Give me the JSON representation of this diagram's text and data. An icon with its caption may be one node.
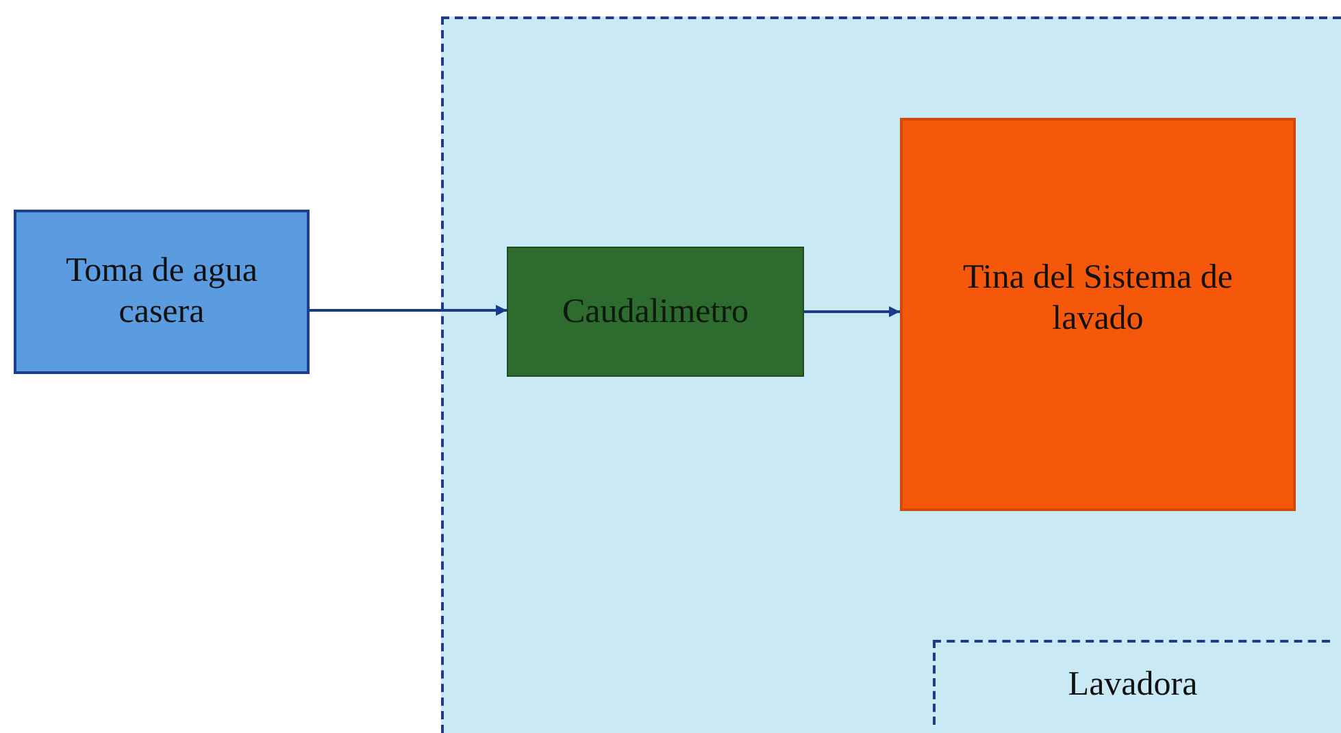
{
  "diagram": {
    "nodes": [
      {
        "text": [
          "Toma de agua casera"
        ]
      },
      {
        "text": [],
        "shape": "box"
      },
      {
        "text": [
          "Caudalimetro"
        ],
        "in": 1
      },
      {
        "text": [
          "Tina del Sistema de lavado"
        ],
        "in": 1
      },
      {
        "text": [
          "Lavadora"
        ],
        "in": 1
      }
    ],
    "edges": [
      {
        "from": 0,
        "to": 2,
        "arrow": "to"
      },
      {
        "from": 2,
        "to": 3,
        "arrow": "to"
      }
    ]
  }
}
